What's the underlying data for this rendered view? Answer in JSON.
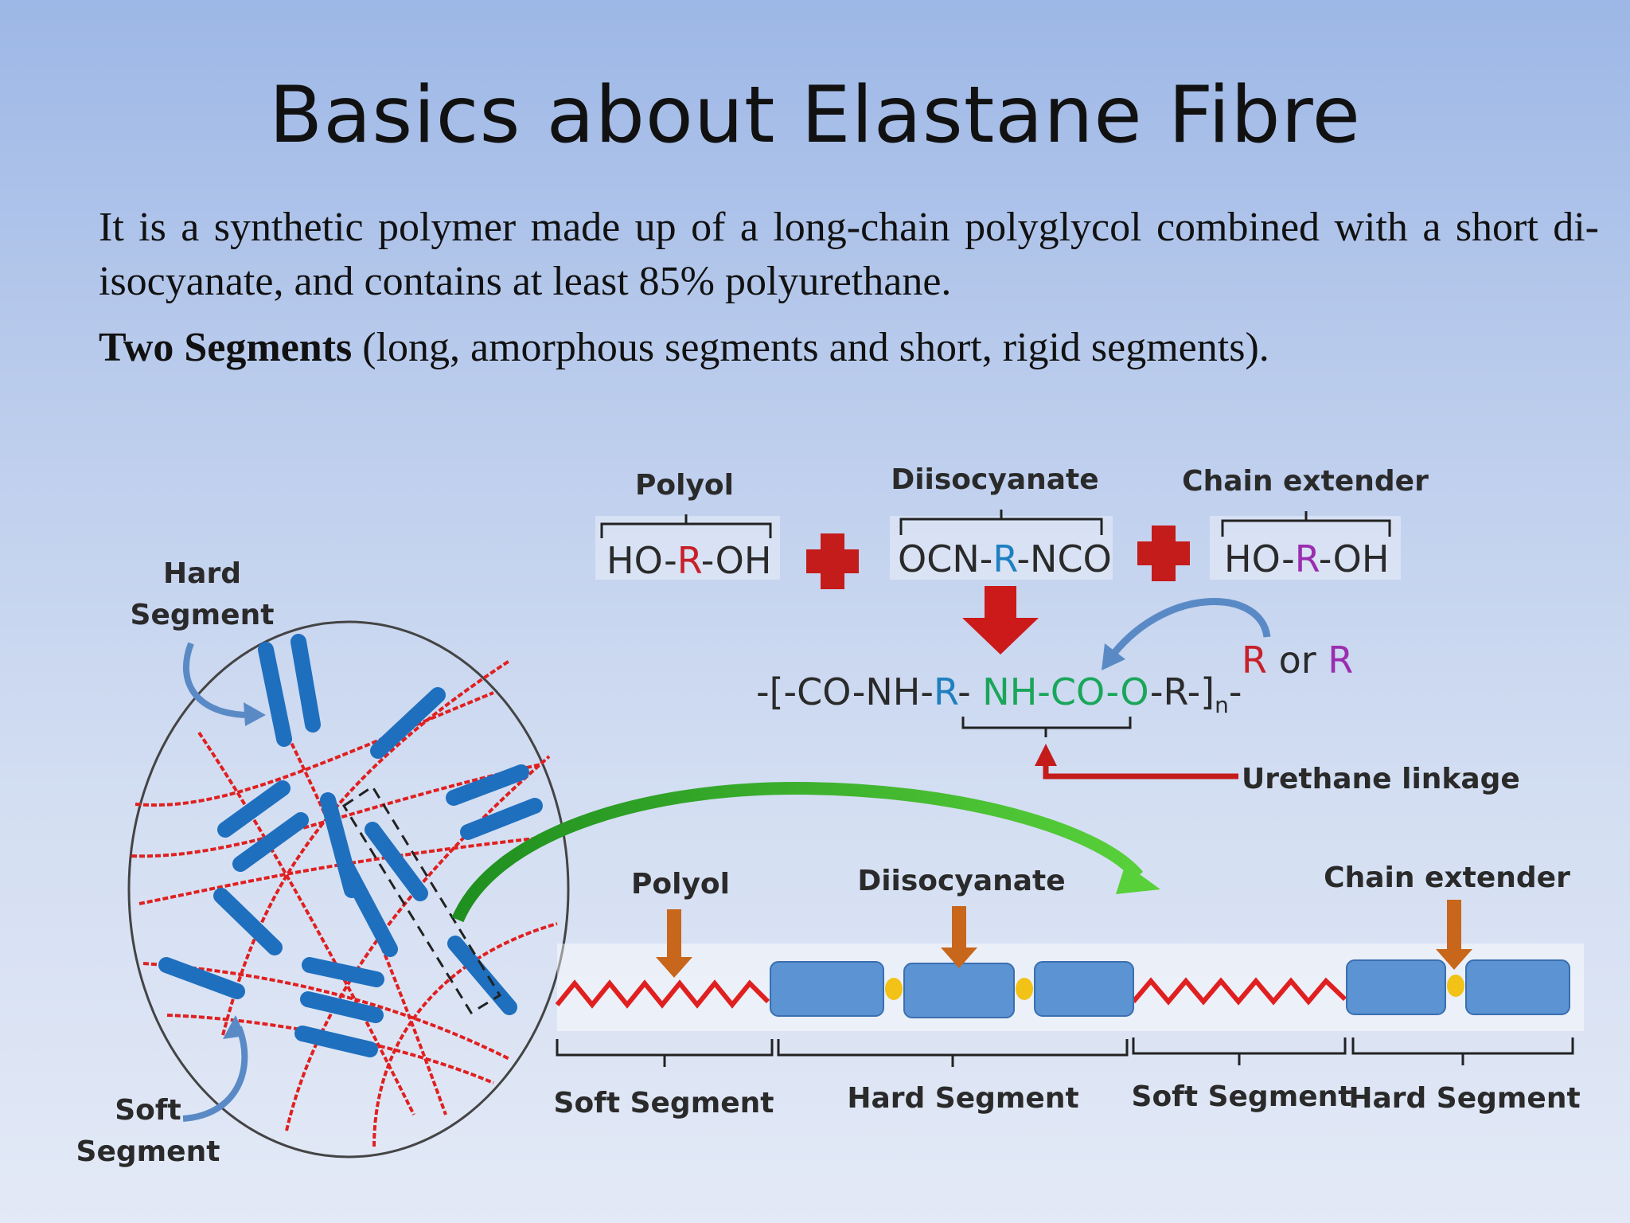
{
  "slide": {
    "title": "Basics about Elastane Fibre",
    "paragraph": "It is a synthetic polymer made up of a long-chain polyglycol combined with a short di-isocyanate, and contains at least 85% polyurethane.",
    "segments_bold": "Two Segments",
    "segments_rest": " (long, amorphous segments and short, rigid segments)."
  },
  "diagram": {
    "top_labels": {
      "polyol": "Polyol",
      "diisocyanate": "Diisocyanate",
      "chain_extender": "Chain extender"
    },
    "reactants": {
      "polyol": {
        "a": "HO-",
        "r": "R",
        "b": "-OH"
      },
      "diisocyanate": {
        "a": "OCN-",
        "r": "R",
        "b": "-NCO"
      },
      "chain_extender": {
        "a": "HO-",
        "r": "R",
        "b": "-OH"
      }
    },
    "r_or_r": {
      "r1": "R",
      "or": " or ",
      "r2": "R"
    },
    "product": {
      "p1": "-[-CO-NH-",
      "r1": "R",
      "dash": "- ",
      "urethane": "NH-CO-O",
      "p2": "-R-]",
      "sub": "n",
      "end": "-"
    },
    "urethane_label": "Urethane linkage",
    "circle_labels": {
      "hard_1": "Hard",
      "hard_2": "Segment",
      "soft_1": "Soft",
      "soft_2": "Segment"
    },
    "chain_arrow_labels": {
      "polyol": "Polyol",
      "diisocyanate": "Diisocyanate",
      "chain_extender": "Chain extender"
    },
    "bottom_labels": [
      "Soft Segment",
      "Hard Segment",
      "Soft Segment",
      "Hard Segment"
    ],
    "colors": {
      "r_red": "#c8202a",
      "r_blue": "#1f7fc0",
      "r_purple": "#9a2db0",
      "urethane_green": "#1aa65a",
      "hard_block": "#5b93d3",
      "soft_chain": "#e02020",
      "plus_red": "#c41b1b",
      "arrow_orange": "#c8661c",
      "green_arrow": "#2ea82a",
      "link_yellow": "#f2c316",
      "stick_blue": "#1f6fbf"
    }
  }
}
